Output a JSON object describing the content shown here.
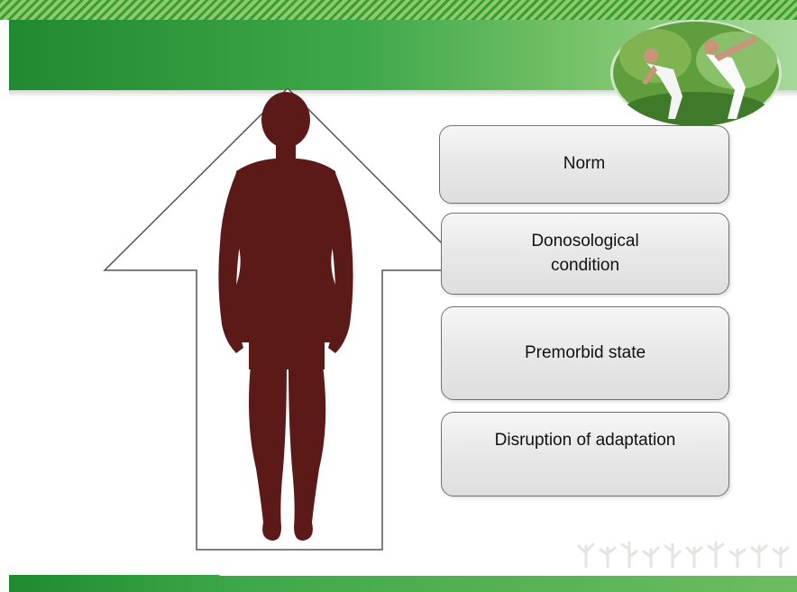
{
  "stages": [
    {
      "label": "Norm"
    },
    {
      "label": "Donosological condition"
    },
    {
      "label": "Premorbid state"
    },
    {
      "label": "Disruption of adaptation"
    }
  ],
  "colors": {
    "header_green": "#3fa84a",
    "silhouette": "#5b1a18",
    "box_border": "#6f6f6f"
  },
  "icons": {
    "photo": "people-stretching-photo",
    "figure": "human-silhouette-icon",
    "arrow": "up-arrow-icon",
    "decoration": "sprouts-icon"
  }
}
